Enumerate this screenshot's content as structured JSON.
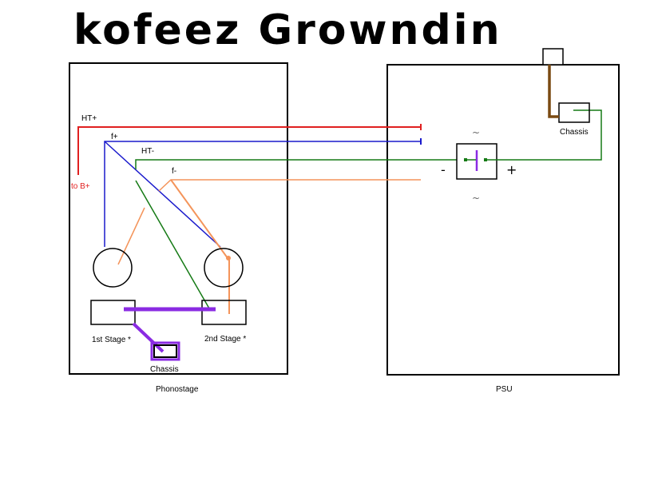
{
  "title": "kofeez Growndin",
  "phonostage": {
    "caption": "Phonostage",
    "labels": {
      "ht_plus": "HT+",
      "f_plus": "f+",
      "ht_minus": "HT-",
      "f_minus": "f-",
      "to_b_plus": "to B+",
      "first_stage": "1st Stage *",
      "second_stage": "2nd Stage *",
      "chassis": "Chassis"
    }
  },
  "psu": {
    "caption": "PSU",
    "labels": {
      "chassis": "Chassis",
      "minus": "-",
      "plus": "+",
      "ac_top": "~",
      "ac_bottom": "~"
    }
  },
  "colors": {
    "ht_plus": "#e02020",
    "f_plus": "#1a1acc",
    "ht_minus": "#157a15",
    "f_minus": "#f4945a",
    "ground_bus": "#8a2be2",
    "chassis_strap": "#7a4a12"
  }
}
